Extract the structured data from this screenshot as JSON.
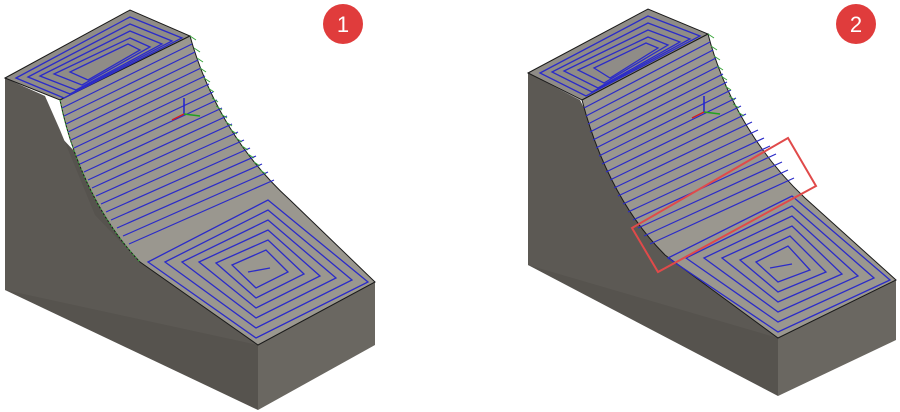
{
  "panels": [
    {
      "id": "panel-1",
      "badge": "1",
      "highlight": false
    },
    {
      "id": "panel-2",
      "badge": "2",
      "highlight": true
    }
  ],
  "colors": {
    "block_side": "#5f5c57",
    "block_front": "#6b6862",
    "block_top": "#8d8a85",
    "curved_face": "#99968f",
    "toolpath": "#2b2bc8",
    "edge": "#1a1a1a",
    "leads": "#3aa63a",
    "badge": "#e03c3c",
    "highlight_box": "#e04a4a",
    "axis_x": "#d02020",
    "axis_y": "#20a020",
    "axis_z": "#2020d0"
  }
}
